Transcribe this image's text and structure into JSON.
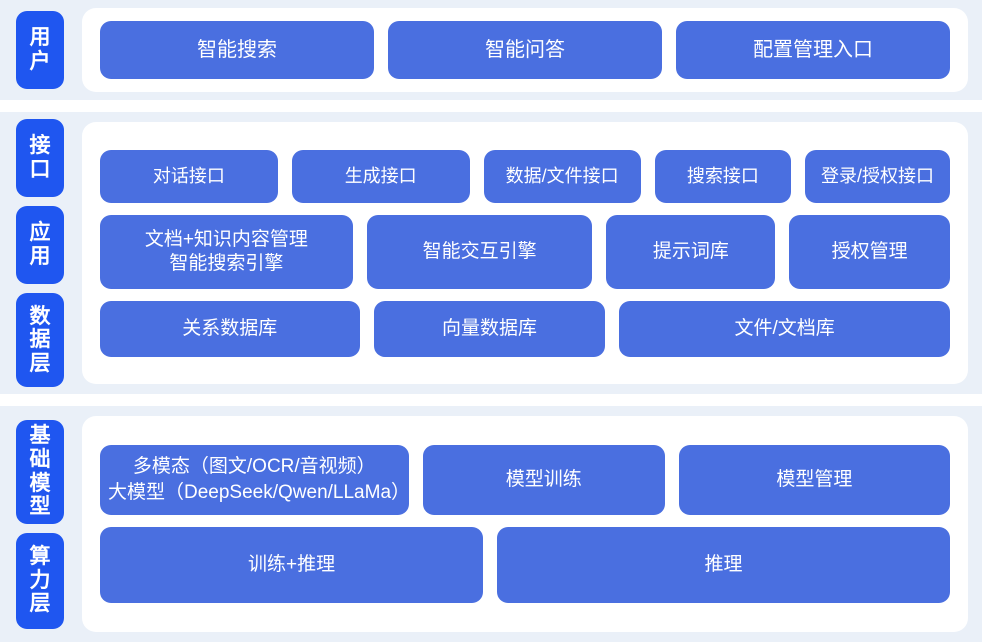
{
  "theme": {
    "page_background": "#ffffff",
    "band_background": "#eaf0f8",
    "card_background": "#ffffff",
    "label_tab_color": "#1f56f0",
    "box_color": "#4a6fe0",
    "text_color": "#ffffff"
  },
  "sections": [
    {
      "id": "user",
      "labels": [
        "用户"
      ],
      "rows": [
        {
          "id": "user-row",
          "boxes": [
            {
              "label": "智能搜索"
            },
            {
              "label": "智能问答"
            },
            {
              "label": "配置管理入口"
            }
          ]
        }
      ]
    },
    {
      "id": "middle",
      "labels": [
        "接口",
        "应用",
        "数据层"
      ],
      "rows": [
        {
          "id": "interface-row",
          "boxes": [
            {
              "label": "对话接口"
            },
            {
              "label": "生成接口"
            },
            {
              "label": "数据/文件接口"
            },
            {
              "label": "搜索接口"
            },
            {
              "label": "登录/授权接口"
            }
          ]
        },
        {
          "id": "application-row",
          "boxes": [
            {
              "label": "文档+知识内容管理\n智能搜索引擎"
            },
            {
              "label": "智能交互引擎"
            },
            {
              "label": "提示词库"
            },
            {
              "label": "授权管理"
            }
          ]
        },
        {
          "id": "data-row",
          "boxes": [
            {
              "label": "关系数据库"
            },
            {
              "label": "向量数据库"
            },
            {
              "label": "文件/文档库"
            }
          ]
        }
      ]
    },
    {
      "id": "bottom",
      "labels": [
        "基础模型",
        "算力层"
      ],
      "rows": [
        {
          "id": "model-row",
          "boxes": [
            {
              "label": "多模态（图文/OCR/音视频）\n大模型（DeepSeek/Qwen/LLaMa）"
            },
            {
              "label": "模型训练"
            },
            {
              "label": "模型管理"
            }
          ]
        },
        {
          "id": "compute-row",
          "boxes": [
            {
              "label": "训练+推理"
            },
            {
              "label": "推理"
            }
          ]
        }
      ]
    }
  ]
}
